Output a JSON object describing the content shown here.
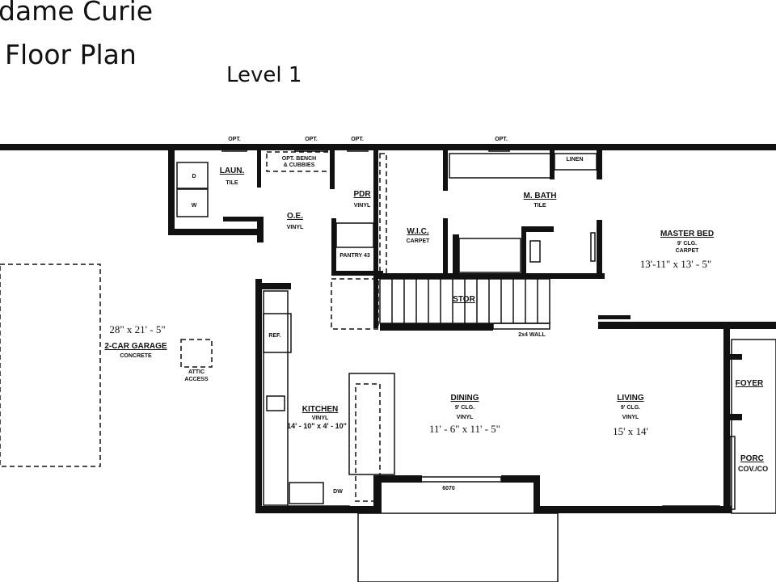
{
  "title_line1": "dame Curie",
  "title_line2": "Floor Plan",
  "level": "Level 1",
  "labels": {
    "opt": "OPT.",
    "bench": "OPT. BENCH",
    "cubbies": "& CUBBIES",
    "laun": "LAUN.",
    "laun_floor": "TILE",
    "dryer": "D",
    "washer": "W",
    "oe": "O.E.",
    "oe_floor": "VINYL",
    "pdr": "PDR",
    "pdr_floor": "VINYL",
    "pantry": "PANTRY 43",
    "wic": "W.I.C.",
    "wic_floor": "CARPET",
    "mbath": "M. BATH",
    "mbath_floor": "TILE",
    "linen": "LINEN",
    "master": "MASTER BED",
    "master_clg": "9' CLG.",
    "master_floor": "CARPET",
    "master_dim": "13'-11\" x 13' - 5\"",
    "stor": "STOR",
    "wall": "2x4 WALL",
    "garage_dim": "28\" x 21' - 5\"",
    "garage": "2-CAR GARAGE",
    "garage_floor": "CONCRETE",
    "attic1": "ATTIC",
    "attic2": "ACCESS",
    "ref": "REF.",
    "kitchen": "KITCHEN",
    "kitchen_floor": "VINYL",
    "kitchen_dim": "14' - 10\" x 4' - 10\"",
    "dw": "DW",
    "dining": "DINING",
    "dining_clg": "9' CLG.",
    "dining_floor": "VINYL",
    "dining_dim": "11' - 6\" x 11' - 5\"",
    "living": "LIVING",
    "living_clg": "9' CLG.",
    "living_floor": "VINYL",
    "living_dim": "15' x 14'",
    "foyer": "FOYER",
    "porch": "PORC",
    "porch_floor": "COV./CO",
    "door": "6070"
  }
}
